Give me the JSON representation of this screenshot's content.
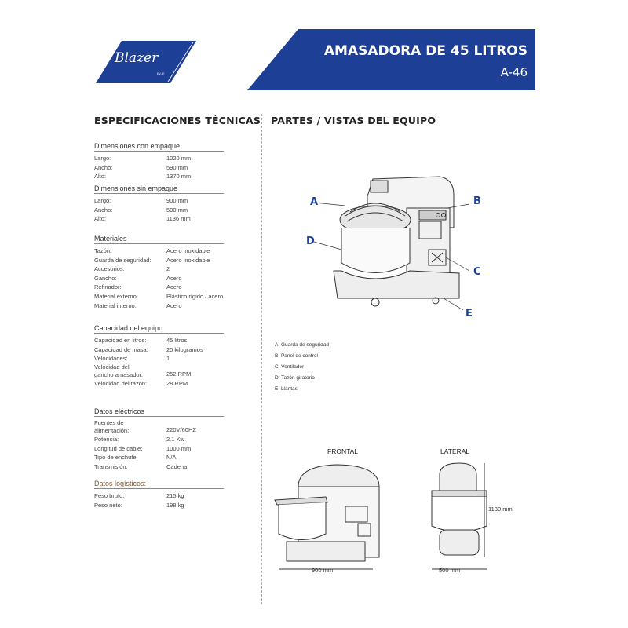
{
  "brand": {
    "logo_text": "Blazer",
    "logo_sub": "EV.JE",
    "color": "#1e3f96"
  },
  "header": {
    "title": "AMASADORA DE 45 LITROS",
    "model": "A-46"
  },
  "left": {
    "title": "ESPECIFICACIONES TÉCNICAS",
    "sections": [
      {
        "title": "Dimensiones con empaque",
        "rows": [
          [
            "Largo:",
            "1020 mm"
          ],
          [
            "Ancho:",
            "590 mm"
          ],
          [
            "Alto:",
            "1370 mm"
          ]
        ]
      },
      {
        "title": "Dimensiones sin empaque",
        "rows": [
          [
            "Largo:",
            "900 mm"
          ],
          [
            "Ancho:",
            "500 mm"
          ],
          [
            "Alto:",
            "1136 mm"
          ]
        ]
      },
      {
        "title": "Materiales",
        "rows": [
          [
            "Tazón:",
            "Acero inoxidable"
          ],
          [
            "Guarda de seguridad:",
            "Acero inoxidable"
          ],
          [
            "Accesorios:",
            "2"
          ],
          [
            "Gancho:",
            "Acero"
          ],
          [
            "Refinador:",
            "Acero"
          ],
          [
            "Material externo:",
            "Plástico rígido / acero"
          ],
          [
            "Material interno:",
            "Acero"
          ]
        ]
      },
      {
        "title": "Capacidad del equipo",
        "rows": [
          [
            "Capacidad en litros:",
            "45 litros"
          ],
          [
            "Capacidad de masa:",
            "20 kilogramos"
          ],
          [
            "Velocidades:",
            "1"
          ],
          [
            "Velocidad del gancho amasador:",
            "252 RPM"
          ],
          [
            "Velocidad del tazón:",
            "28 RPM"
          ]
        ]
      },
      {
        "title": "Datos eléctricos",
        "rows": [
          [
            "Fuentes de alimentación:",
            "220V/60HZ"
          ],
          [
            "Potencia:",
            "2.1 Kw"
          ],
          [
            "Longitud de cable:",
            "1000 mm"
          ],
          [
            "Tipo de enchufe:",
            "N/A"
          ],
          [
            "Transmisión:",
            "Cadena"
          ]
        ]
      },
      {
        "title": "Datos logísticos:",
        "rows": [
          [
            "Peso bruto:",
            "215 kg"
          ],
          [
            "Peso neto:",
            "198 kg"
          ]
        ]
      }
    ]
  },
  "right": {
    "title": "PARTES / VISTAS DEL EQUIPO",
    "callouts": [
      "A",
      "B",
      "C",
      "D",
      "E"
    ],
    "legend": [
      "A.  Guarda de seguridad",
      "B.  Panel de control",
      "C. Ventilador",
      "D.  Tazón giratorio",
      "E.  Llantas"
    ],
    "views": {
      "frontal": "FRONTAL",
      "lateral": "LATERAL",
      "frontal_width": "900 mm",
      "lateral_width": "500 mm",
      "height": "1130 mm"
    }
  }
}
